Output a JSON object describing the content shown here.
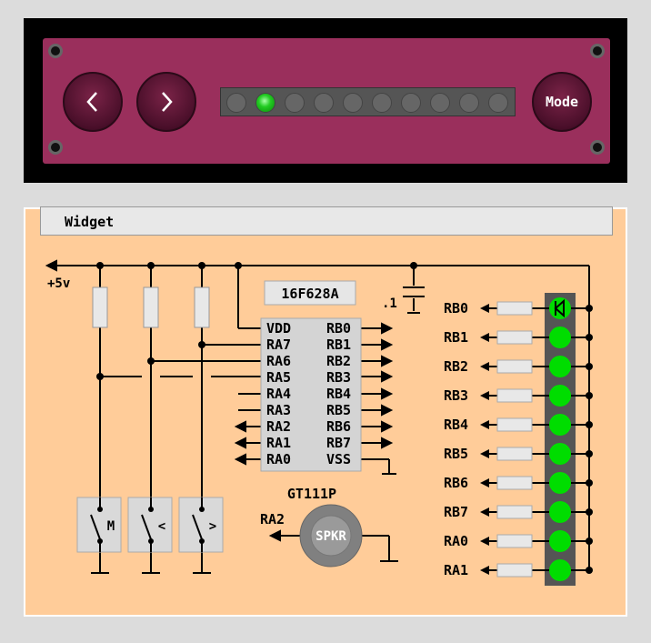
{
  "device": {
    "prev_button_icon": "chevron-left-icon",
    "next_button_icon": "chevron-right-icon",
    "mode_label": "Mode",
    "led_count": 10,
    "active_led_index": 1,
    "plate_color": "#9a2f5c",
    "led_on_color": "#22cc22"
  },
  "widget": {
    "title": "Widget"
  },
  "schematic": {
    "supply_label": "+5v",
    "chip_name": "16F628A",
    "cap_label": ".1",
    "chip_left_pins": [
      "VDD",
      "RA7",
      "RA6",
      "RA5",
      "RA4",
      "RA3",
      "RA2",
      "RA1",
      "RA0"
    ],
    "chip_right_pins": [
      "RB0",
      "RB1",
      "RB2",
      "RB3",
      "RB4",
      "RB5",
      "RB6",
      "RB7",
      "VSS"
    ],
    "switches": [
      "M",
      "<",
      ">"
    ],
    "speaker_part": "GT111P",
    "speaker_label": "SPKR",
    "speaker_input": "RA2",
    "led_labels": [
      "RB0",
      "RB1",
      "RB2",
      "RB3",
      "RB4",
      "RB5",
      "RB6",
      "RB7",
      "RA0",
      "RA1"
    ],
    "led_color": "#00dd00"
  }
}
